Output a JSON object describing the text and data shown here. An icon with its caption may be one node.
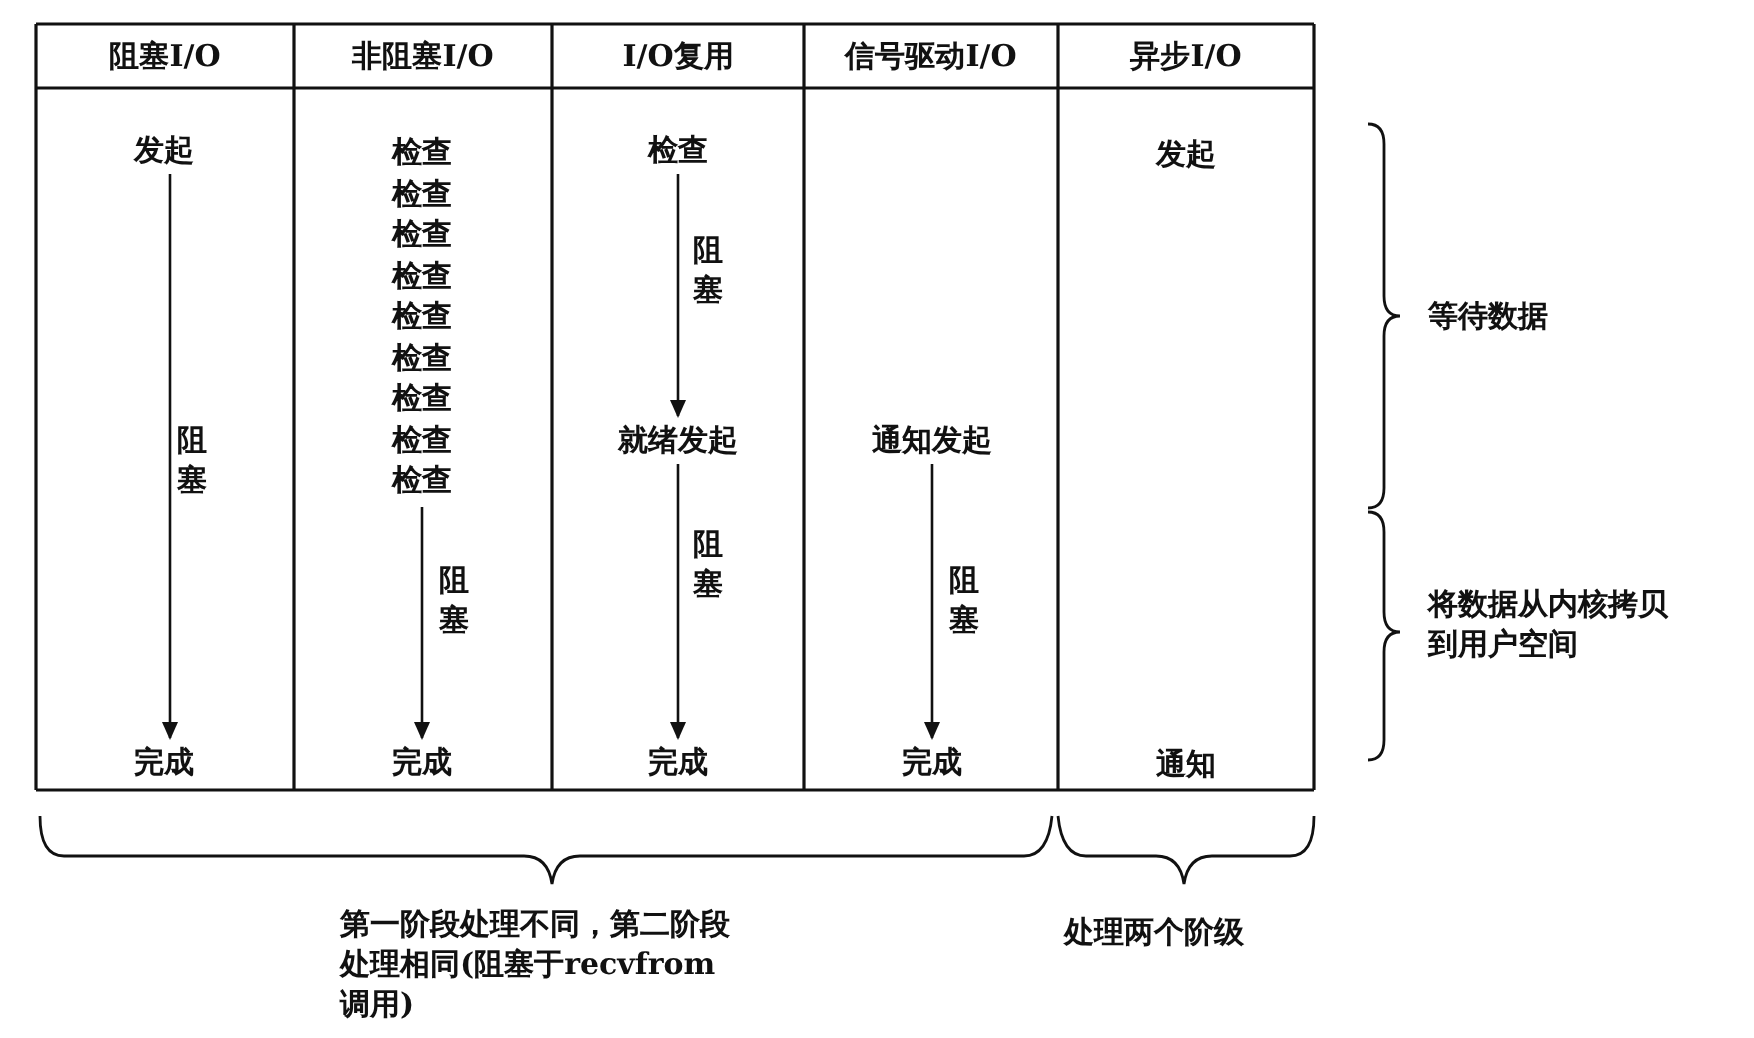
{
  "diagram": {
    "nodes": [
      {
        "text": [
          "发起"
        ]
      },
      {
        "text": [
          "完成"
        ]
      },
      {
        "text": [
          "检查",
          "检查",
          "检查",
          "检查",
          "检查",
          "检查",
          "检查",
          "检查",
          "检查"
        ]
      },
      {
        "text": [
          "完成"
        ]
      },
      {
        "text": [
          "检查"
        ]
      },
      {
        "text": [
          "就绪发起"
        ]
      },
      {
        "text": [
          "完成"
        ]
      },
      {
        "text": [
          "通知发起"
        ]
      },
      {
        "text": [
          "完成"
        ]
      },
      {
        "text": [
          "发起"
        ]
      },
      {
        "text": [
          "通知"
        ]
      }
    ],
    "edges": [
      {
        "from": 0,
        "to": 1,
        "arrow": "to",
        "label": "阻塞"
      },
      {
        "from": 2,
        "to": 3,
        "arrow": "to",
        "label": "阻塞"
      },
      {
        "from": 4,
        "to": 5,
        "arrow": "to",
        "label": "阻塞"
      },
      {
        "from": 5,
        "to": 6,
        "arrow": "to",
        "label": "阻塞"
      },
      {
        "from": 7,
        "to": 8,
        "arrow": "to",
        "label": "阻塞"
      }
    ],
    "labels": [
      "阻塞I/O",
      "非阻塞I/O",
      "I/O复用",
      "信号驱动I/O",
      "异步I/O",
      "等待数据",
      "将数据从内核拷贝到用户空间",
      "第一阶段处理不同，第二阶段处理相同(阻塞于recvfrom调用)",
      "处理两个阶级"
    ]
  }
}
